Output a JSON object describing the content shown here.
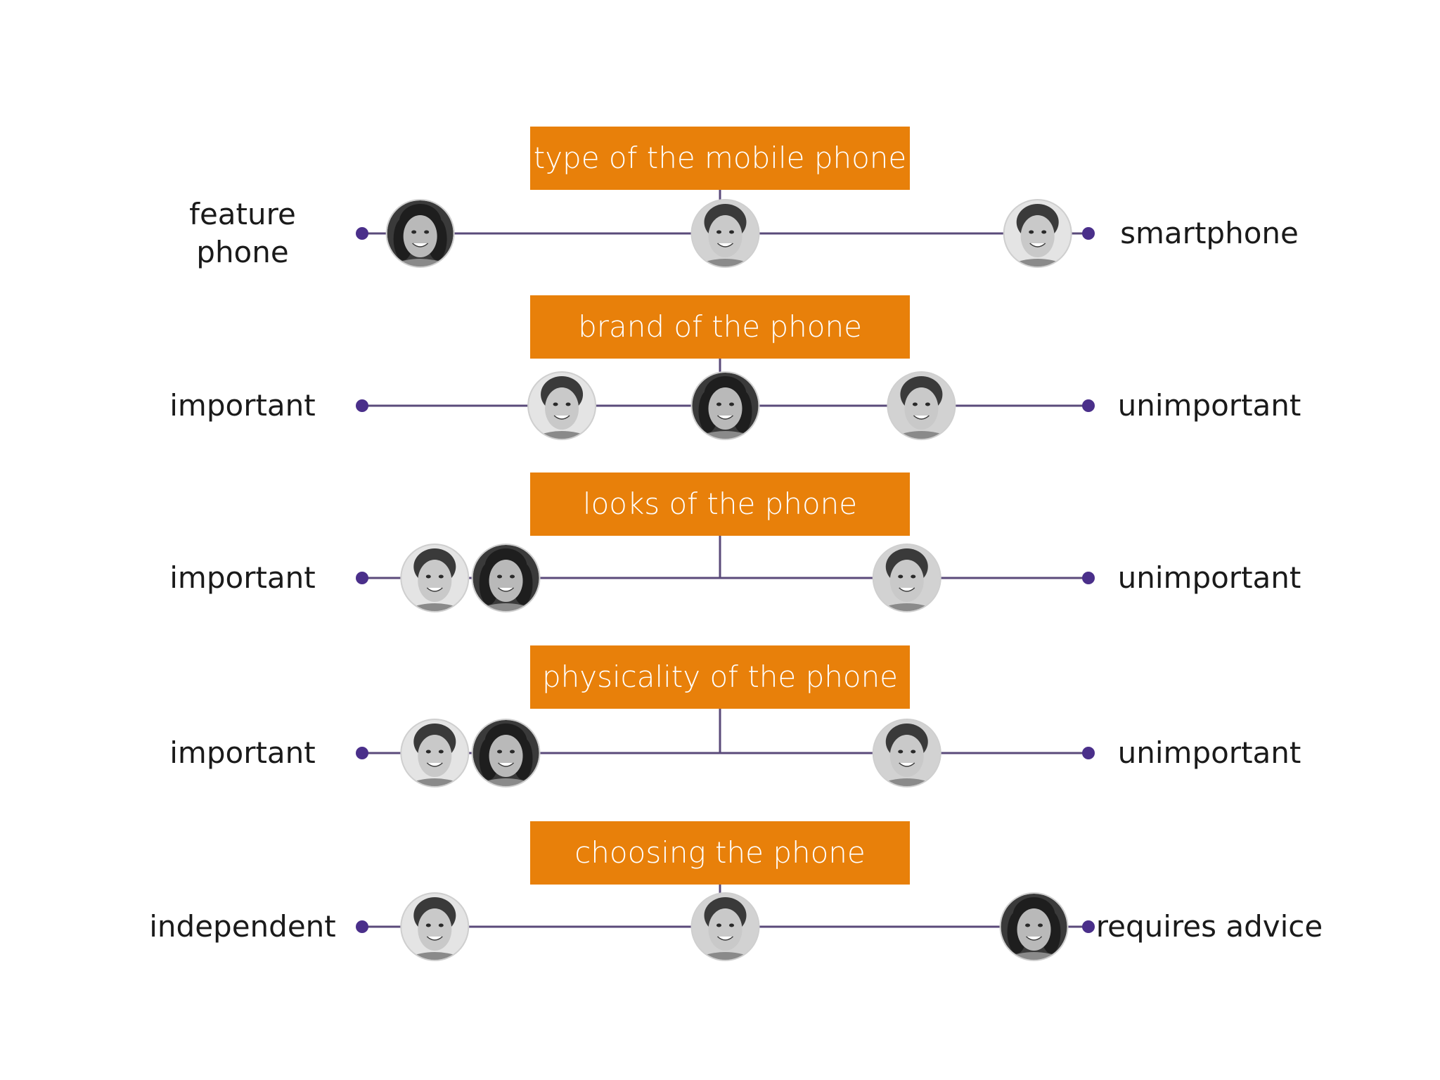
{
  "scales": [
    {
      "title": "type of the mobile phone",
      "left_pole": [
        "feature",
        "phone"
      ],
      "right_pole": [
        "smartphone"
      ],
      "people": [
        {
          "who": "woman",
          "position": 0.08
        },
        {
          "who": "man-b",
          "position": 0.5
        },
        {
          "who": "man-a",
          "position": 0.93
        }
      ]
    },
    {
      "title": "brand of the phone",
      "left_pole": [
        "important"
      ],
      "right_pole": [
        "unimportant"
      ],
      "people": [
        {
          "who": "man-a",
          "position": 0.275
        },
        {
          "who": "woman",
          "position": 0.5
        },
        {
          "who": "man-b",
          "position": 0.77
        }
      ]
    },
    {
      "title": "looks of the phone",
      "left_pole": [
        "important"
      ],
      "right_pole": [
        "unimportant"
      ],
      "people": [
        {
          "who": "man-a",
          "position": 0.1
        },
        {
          "who": "woman",
          "position": 0.198
        },
        {
          "who": "man-b",
          "position": 0.75
        }
      ]
    },
    {
      "title": "physicality of the phone",
      "left_pole": [
        "important"
      ],
      "right_pole": [
        "unimportant"
      ],
      "people": [
        {
          "who": "man-a",
          "position": 0.1
        },
        {
          "who": "woman",
          "position": 0.198
        },
        {
          "who": "man-b",
          "position": 0.75
        }
      ]
    },
    {
      "title": "choosing the phone",
      "left_pole": [
        "independent"
      ],
      "right_pole": [
        "requires advice"
      ],
      "people": [
        {
          "who": "man-a",
          "position": 0.1
        },
        {
          "who": "man-b",
          "position": 0.5
        },
        {
          "who": "woman",
          "position": 0.925
        }
      ]
    }
  ],
  "colors": {
    "label_box": "#e8800a",
    "axis": "#5a4a7a",
    "dot": "#4a2f8a"
  }
}
